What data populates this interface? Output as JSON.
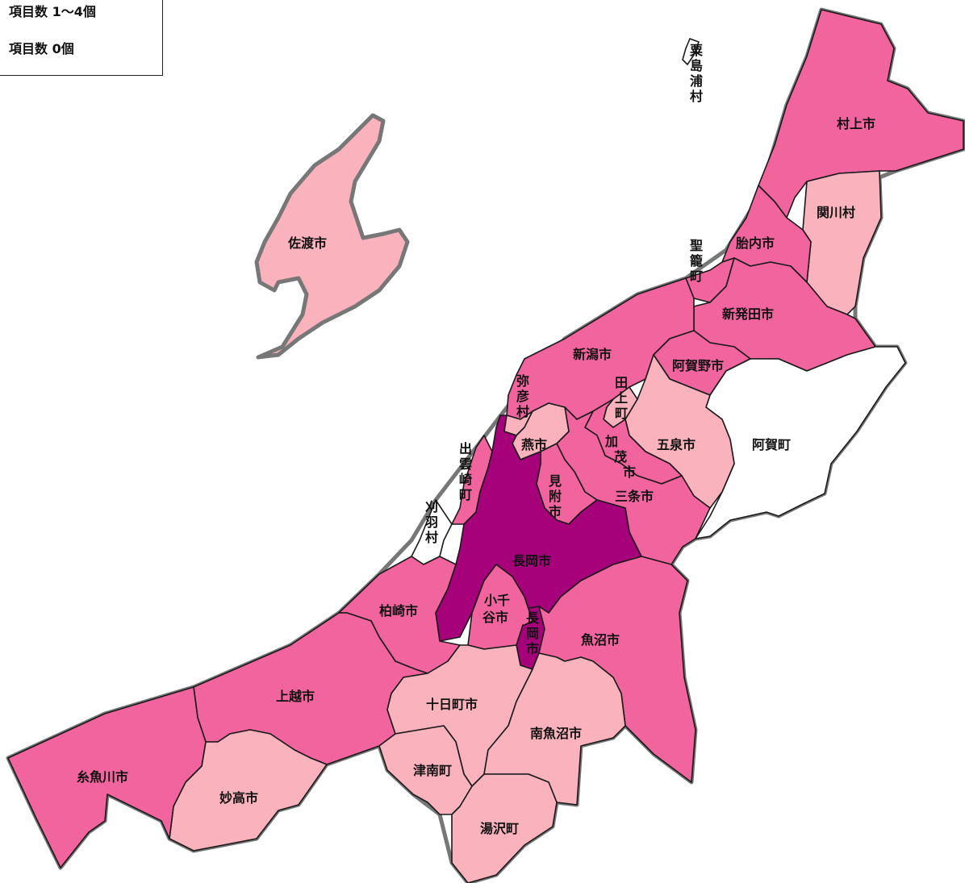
{
  "legend": {
    "rows": [
      "項目数 1〜4個",
      "項目数 0個"
    ]
  },
  "colors": {
    "dark": "#a6007a",
    "medium": "#f2649e",
    "light": "#fab3bc",
    "none": "#ffffff"
  },
  "regions": [
    {
      "name": "村上市",
      "level": "medium"
    },
    {
      "name": "関川村",
      "level": "light"
    },
    {
      "name": "胎内市",
      "level": "medium"
    },
    {
      "name": "聖籠町",
      "level": "medium"
    },
    {
      "name": "新発田市",
      "level": "medium"
    },
    {
      "name": "新潟市",
      "level": "medium"
    },
    {
      "name": "阿賀野市",
      "level": "medium"
    },
    {
      "name": "阿賀町",
      "level": "none"
    },
    {
      "name": "五泉市",
      "level": "light"
    },
    {
      "name": "田上町",
      "level": "light"
    },
    {
      "name": "加茂市",
      "level": "medium"
    },
    {
      "name": "三条市",
      "level": "medium"
    },
    {
      "name": "弥彦村",
      "level": "light"
    },
    {
      "name": "燕市",
      "level": "light"
    },
    {
      "name": "見附市",
      "level": "medium"
    },
    {
      "name": "出雲崎町",
      "level": "medium"
    },
    {
      "name": "刈羽村",
      "level": "none"
    },
    {
      "name": "長岡市",
      "level": "dark"
    },
    {
      "name": "小千谷市",
      "level": "medium"
    },
    {
      "name": "柏崎市",
      "level": "medium"
    },
    {
      "name": "魚沼市",
      "level": "medium"
    },
    {
      "name": "上越市",
      "level": "medium"
    },
    {
      "name": "十日町市",
      "level": "light"
    },
    {
      "name": "南魚沼市",
      "level": "light"
    },
    {
      "name": "津南町",
      "level": "light"
    },
    {
      "name": "湯沢町",
      "level": "light"
    },
    {
      "name": "妙高市",
      "level": "light"
    },
    {
      "name": "糸魚川市",
      "level": "medium"
    },
    {
      "name": "佐渡市",
      "level": "light"
    },
    {
      "name": "粟島浦村",
      "level": "none"
    }
  ]
}
